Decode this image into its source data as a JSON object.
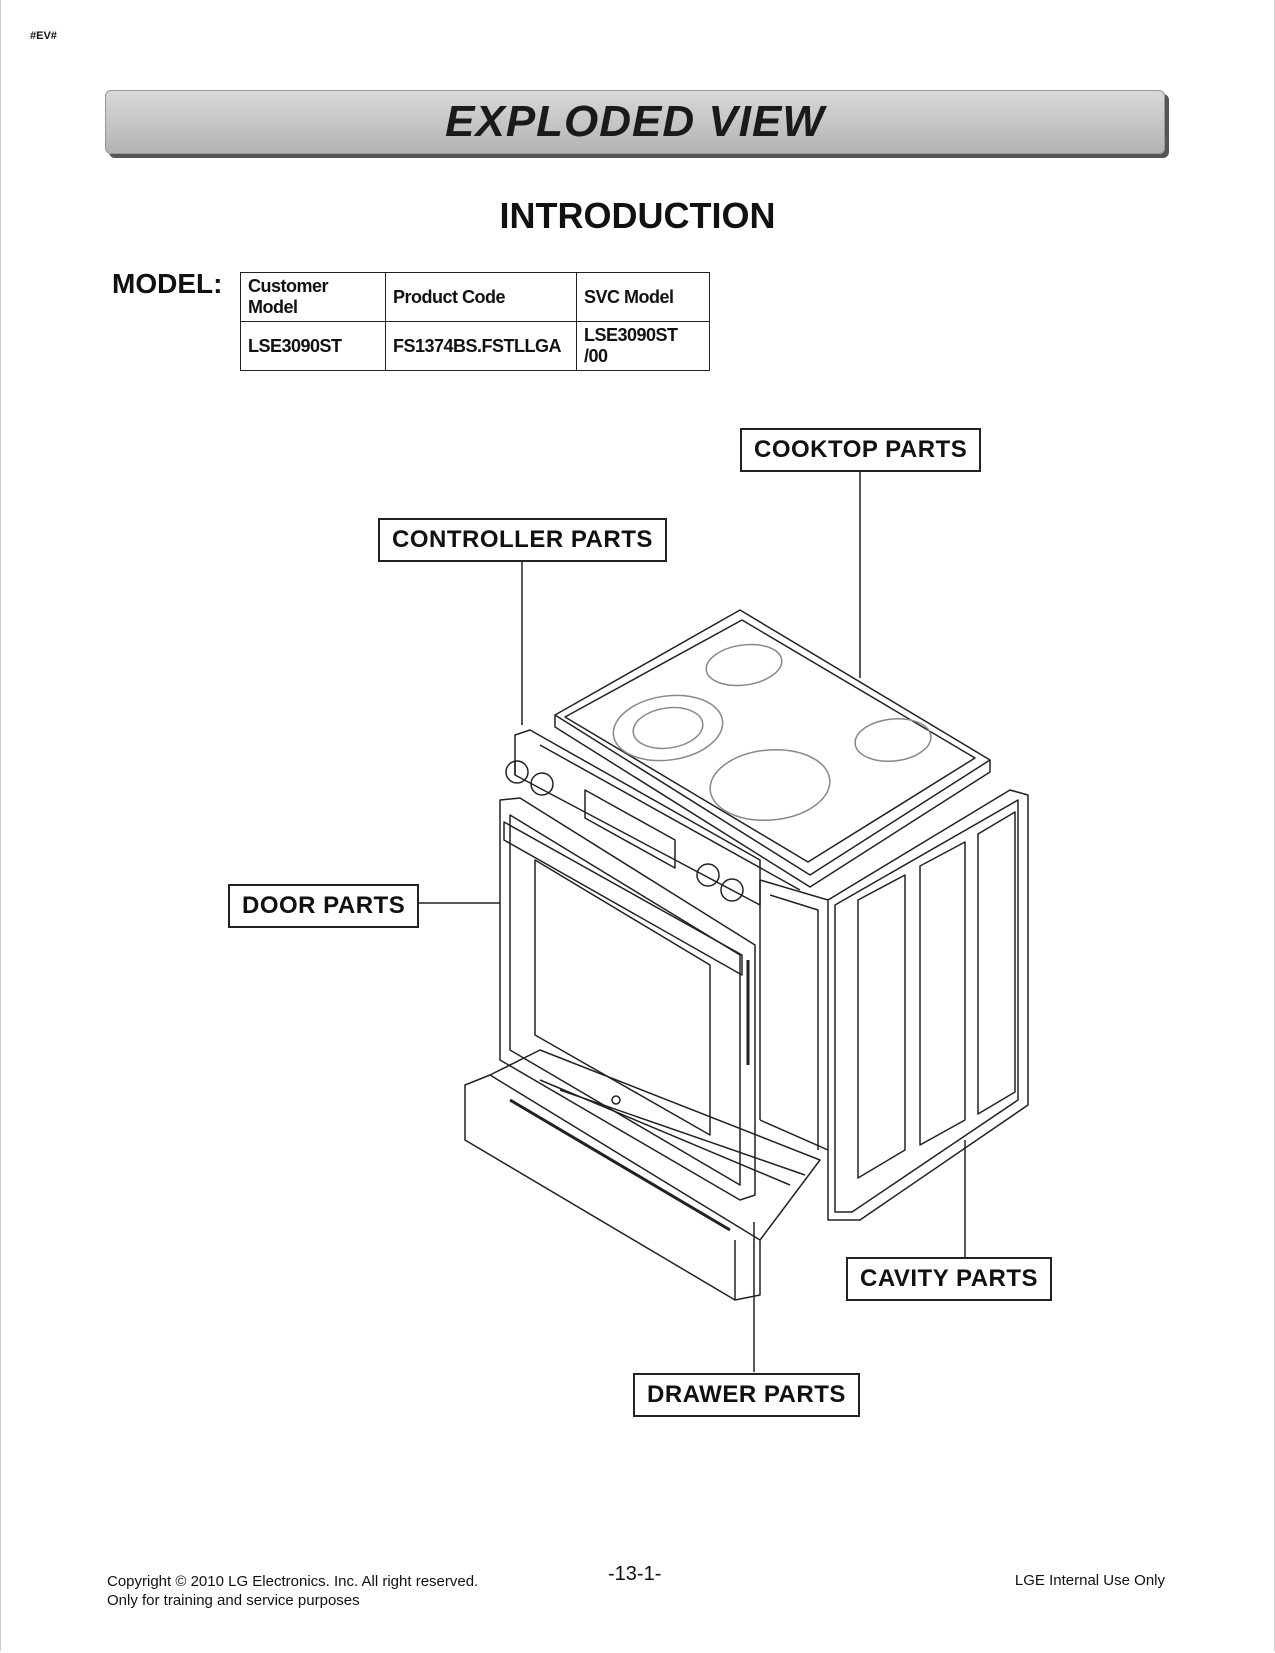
{
  "page_tag": "#EV#",
  "banner_title": "EXPLODED VIEW",
  "section_title": "INTRODUCTION",
  "model_label": "MODEL:",
  "model_table": {
    "headers": [
      "Customer Model",
      "Product Code",
      "SVC Model"
    ],
    "row": [
      "LSE3090ST",
      "FS1374BS.FSTLLGA",
      "LSE3090ST /00"
    ]
  },
  "callouts": {
    "cooktop": "COOKTOP PARTS",
    "controller": "CONTROLLER PARTS",
    "door": "DOOR PARTS",
    "cavity": "CAVITY PARTS",
    "drawer": "DRAWER PARTS"
  },
  "footer": {
    "copyright": "Copyright © 2010 LG Electronics. Inc. All right reserved.",
    "purpose": "Only for training and service purposes",
    "page_number": "-13-1-",
    "internal": "LGE Internal Use Only"
  }
}
